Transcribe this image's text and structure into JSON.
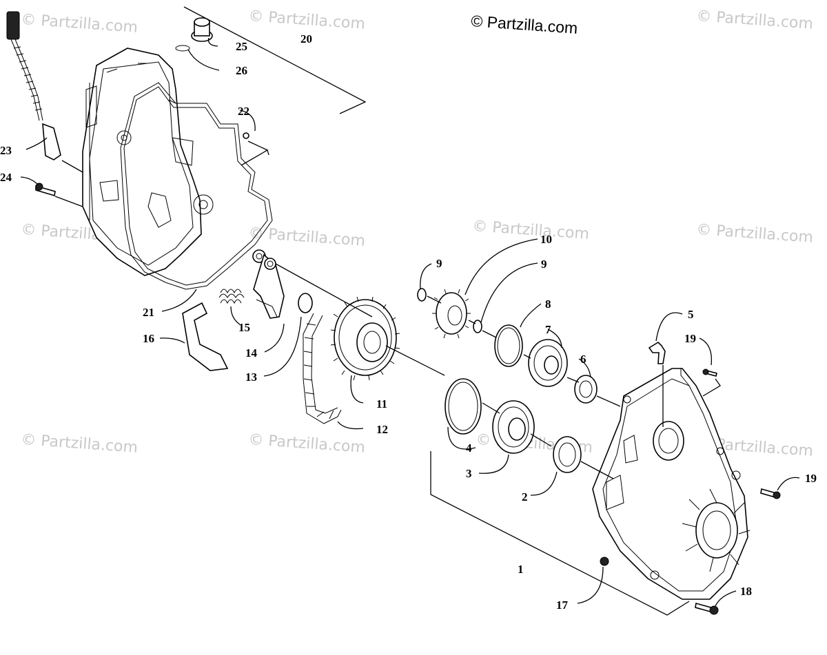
{
  "copyright": "© Partzilla.com",
  "watermark": "© Partzilla.com",
  "callouts": [
    {
      "id": "c1",
      "text": "1"
    },
    {
      "id": "c2",
      "text": "2"
    },
    {
      "id": "c3",
      "text": "3"
    },
    {
      "id": "c4",
      "text": "4"
    },
    {
      "id": "c5",
      "text": "5"
    },
    {
      "id": "c6",
      "text": "6"
    },
    {
      "id": "c7",
      "text": "7"
    },
    {
      "id": "c8",
      "text": "8"
    },
    {
      "id": "c9a",
      "text": "9"
    },
    {
      "id": "c9b",
      "text": "9"
    },
    {
      "id": "c10",
      "text": "10"
    },
    {
      "id": "c11",
      "text": "11"
    },
    {
      "id": "c12",
      "text": "12"
    },
    {
      "id": "c13",
      "text": "13"
    },
    {
      "id": "c14",
      "text": "14"
    },
    {
      "id": "c15",
      "text": "15"
    },
    {
      "id": "c16",
      "text": "16"
    },
    {
      "id": "c17",
      "text": "17"
    },
    {
      "id": "c18",
      "text": "18"
    },
    {
      "id": "c19a",
      "text": "19"
    },
    {
      "id": "c19b",
      "text": "19"
    },
    {
      "id": "c20",
      "text": "20"
    },
    {
      "id": "c21",
      "text": "21"
    },
    {
      "id": "c22",
      "text": "22"
    },
    {
      "id": "c23",
      "text": "23"
    },
    {
      "id": "c24",
      "text": "24"
    },
    {
      "id": "c25",
      "text": "25"
    },
    {
      "id": "c26",
      "text": "26"
    }
  ]
}
